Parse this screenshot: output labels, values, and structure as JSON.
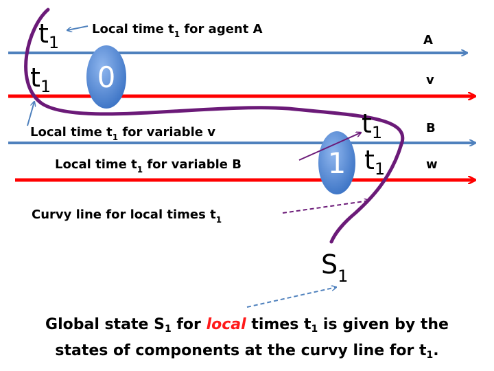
{
  "colors": {
    "blue": "#4f81bd",
    "red": "#ff0000",
    "purple": "#6b1a78",
    "node": "#4a86d6"
  },
  "lines": [
    {
      "name": "A",
      "color": "blue"
    },
    {
      "name": "v",
      "color": "red"
    },
    {
      "name": "B",
      "color": "blue"
    },
    {
      "name": "w",
      "color": "red"
    }
  ],
  "nodes": [
    {
      "label": "0"
    },
    {
      "label": "1"
    }
  ],
  "t_base": "t",
  "t_sub": "1",
  "s_base": "S",
  "s_sub": "1",
  "annotations": {
    "agent_a": {
      "before": "Local time t",
      "sub": "1",
      "after": " for agent A"
    },
    "variable_v": {
      "before": "Local time t",
      "sub": "1",
      "after": " for variable v"
    },
    "variable_b": {
      "before": "Local time t",
      "sub": "1",
      "after": " for variable B"
    },
    "curvy": {
      "before": "Curvy line for local times t",
      "sub": "1",
      "after": ""
    }
  },
  "caption": {
    "line1_a": "Global state S",
    "line1_sub1": "1",
    "line1_b": " for ",
    "line1_local": "local",
    "line1_c": " times t",
    "line1_sub2": "1",
    "line1_d": " is given by the",
    "line2_a": "states of components at  the curvy line for t",
    "line2_sub": "1",
    "line2_b": "."
  }
}
